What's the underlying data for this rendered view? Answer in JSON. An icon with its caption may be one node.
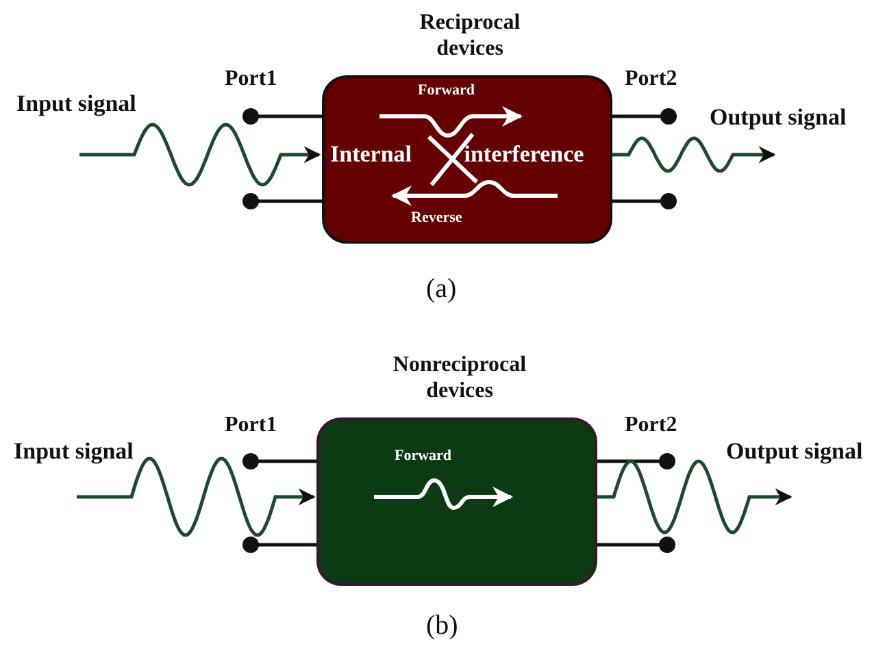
{
  "diagram": {
    "nodes": [
      {
        "text": [
          "Input signal"
        ]
      },
      {
        "text": [
          "Reciprocal devices",
          "Forward",
          "Internal interference",
          "Reverse"
        ]
      },
      {
        "text": [
          "Output signal"
        ]
      },
      {
        "text": [
          "Input signal"
        ]
      },
      {
        "text": [
          "Nonreciprocal devices",
          "Forward"
        ]
      },
      {
        "text": [
          "Output signal"
        ]
      }
    ],
    "edges": [
      {
        "from": 0,
        "to": 1,
        "arrow": "to"
      },
      {
        "from": 1,
        "to": 2,
        "arrow": "to"
      },
      {
        "from": 3,
        "to": 4,
        "arrow": "to"
      },
      {
        "from": 4,
        "to": 5,
        "arrow": "to"
      }
    ],
    "labels": [
      "Port1",
      "Port2",
      "(a)",
      "Port1",
      "Port2",
      "(b)"
    ]
  }
}
